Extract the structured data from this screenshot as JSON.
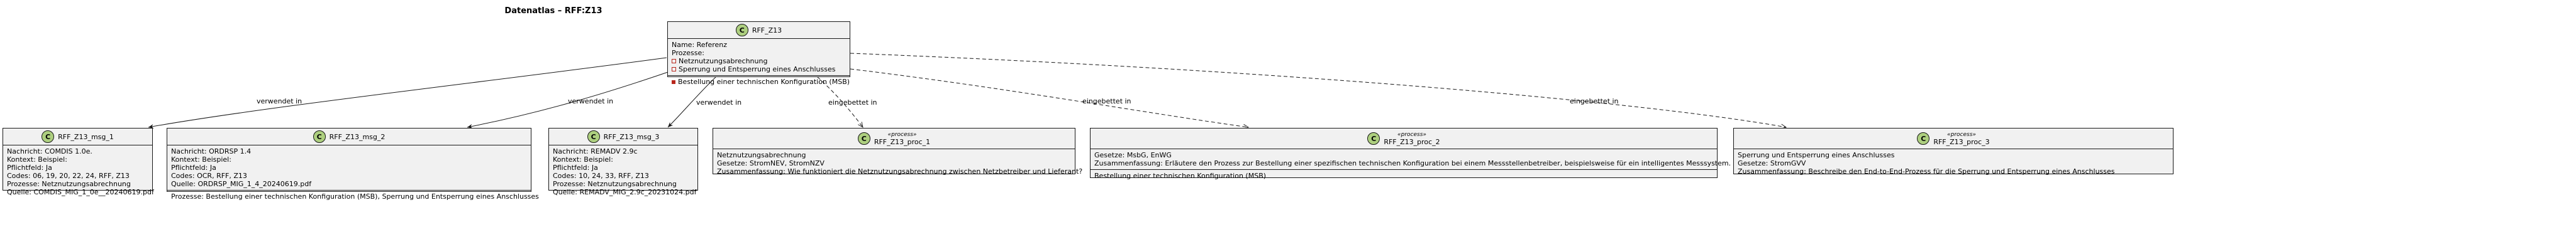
{
  "title": "Datenatlas – RFF:Z13",
  "main": {
    "name": "RFF_Z13",
    "icon": "C",
    "attrs": [
      "Name: Referenz",
      "Prozesse:"
    ],
    "prozesse_open": [
      "Netznutzungsabrechnung",
      "Sperrung und Entsperrung eines Anschlusses"
    ],
    "prozesse_filled": [
      "Bestellung einer technischen Konfiguration (MSB)"
    ]
  },
  "msgs": [
    {
      "name": "RFF_Z13_msg_1",
      "icon": "C",
      "lines": [
        "Nachricht: COMDIS 1.0e.",
        "Kontext: Beispiel:",
        "Pflichtfeld: Ja",
        "Codes: 06, 19, 20, 22, 24, RFF, Z13",
        "Prozesse: Netznutzungsabrechnung",
        "Quelle: COMDIS_MIG_1_0e__20240619.pdf"
      ],
      "extra": []
    },
    {
      "name": "RFF_Z13_msg_2",
      "icon": "C",
      "lines": [
        "Nachricht: ORDRSP 1.4",
        "Kontext: Beispiel:",
        "Pflichtfeld: Ja",
        "Codes: OCR, RFF, Z13",
        "Quelle: ORDRSP_MIG_1_4_20240619.pdf"
      ],
      "extra": [
        "Prozesse: Bestellung einer technischen Konfiguration (MSB), Sperrung und Entsperrung eines Anschlusses"
      ]
    },
    {
      "name": "RFF_Z13_msg_3",
      "icon": "C",
      "lines": [
        "Nachricht: REMADV 2.9c",
        "Kontext: Beispiel:",
        "Pflichtfeld: Ja",
        "Codes: 10, 24, 33, RFF, Z13",
        "Prozesse: Netznutzungsabrechnung",
        "Quelle: REMADV_MIG_2.9c_20231024.pdf"
      ],
      "extra": []
    }
  ],
  "procs": [
    {
      "name": "RFF_Z13_proc_1",
      "stereotype": "«process»",
      "icon": "C",
      "lines": [
        "Netznutzungsabrechnung",
        "Gesetze: StromNEV, StromNZV",
        "Zusammenfassung: Wie funktioniert die Netznutzungsabrechnung zwischen Netzbetreiber und Lieferant?"
      ],
      "extra": []
    },
    {
      "name": "RFF_Z13_proc_2",
      "stereotype": "«process»",
      "icon": "C",
      "lines": [
        "Gesetze: MsbG, EnWG",
        "Zusammenfassung: Erläutere den Prozess zur Bestellung einer spezifischen technischen Konfiguration bei einem Messstellenbetreiber, beispielsweise für ein intelligentes Messsystem."
      ],
      "extra": [
        "Bestellung einer technischen Konfiguration (MSB)"
      ]
    },
    {
      "name": "RFF_Z13_proc_3",
      "stereotype": "«process»",
      "icon": "C",
      "lines": [
        "Sperrung und Entsperrung eines Anschlusses",
        "Gesetze: StromGVV",
        "Zusammenfassung: Beschreibe den End-to-End-Prozess für die Sperrung und Entsperrung eines Anschlusses"
      ],
      "extra": []
    }
  ],
  "edge_labels": {
    "uses": "verwendet in",
    "embedded": "eingebettet in"
  }
}
